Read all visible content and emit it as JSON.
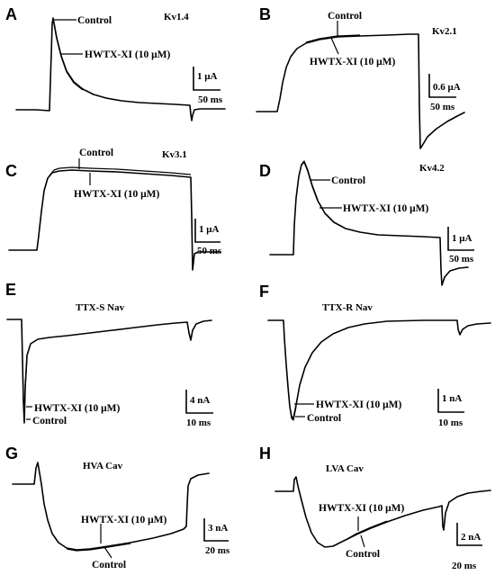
{
  "chart_data": [
    {
      "panel": "A",
      "type": "line",
      "title": "Kv1.4",
      "series": [
        {
          "name": "Control"
        },
        {
          "name": "HWTX-XI (10 μM)"
        }
      ],
      "scalebar": {
        "y": "1 μA",
        "x": "50 ms"
      }
    },
    {
      "panel": "B",
      "type": "line",
      "title": "Kv2.1",
      "series": [
        {
          "name": "Control"
        },
        {
          "name": "HWTX-XI (10 μM)"
        }
      ],
      "scalebar": {
        "y": "0.6 μA",
        "x": "50 ms"
      }
    },
    {
      "panel": "C",
      "type": "line",
      "title": "Kv3.1",
      "series": [
        {
          "name": "Control"
        },
        {
          "name": "HWTX-XI (10 μM)"
        }
      ],
      "scalebar": {
        "y": "1 μA",
        "x": "50 ms"
      }
    },
    {
      "panel": "D",
      "type": "line",
      "title": "Kv4.2",
      "series": [
        {
          "name": "Control"
        },
        {
          "name": "HWTX-XI (10 μM)"
        }
      ],
      "scalebar": {
        "y": "1 μA",
        "x": "50 ms"
      }
    },
    {
      "panel": "E",
      "type": "line",
      "title": "TTX-S Nav",
      "series": [
        {
          "name": "HWTX-XI (10 μM)"
        },
        {
          "name": "Control"
        }
      ],
      "scalebar": {
        "y": "4 nA",
        "x": "10 ms"
      }
    },
    {
      "panel": "F",
      "type": "line",
      "title": "TTX-R Nav",
      "series": [
        {
          "name": "HWTX-XI (10 μM)"
        },
        {
          "name": "Control"
        }
      ],
      "scalebar": {
        "y": "1 nA",
        "x": "10 ms"
      }
    },
    {
      "panel": "G",
      "type": "line",
      "title": "HVA Cav",
      "series": [
        {
          "name": "HWTX-XI (10 μM)"
        },
        {
          "name": "Control"
        }
      ],
      "scalebar": {
        "y": "3 nA",
        "x": "20 ms"
      }
    },
    {
      "panel": "H",
      "type": "line",
      "title": "LVA Cav",
      "series": [
        {
          "name": "HWTX-XI (10 μM)"
        },
        {
          "name": "Control"
        }
      ],
      "scalebar": {
        "y": "2 nA",
        "x": "20 ms"
      }
    }
  ]
}
